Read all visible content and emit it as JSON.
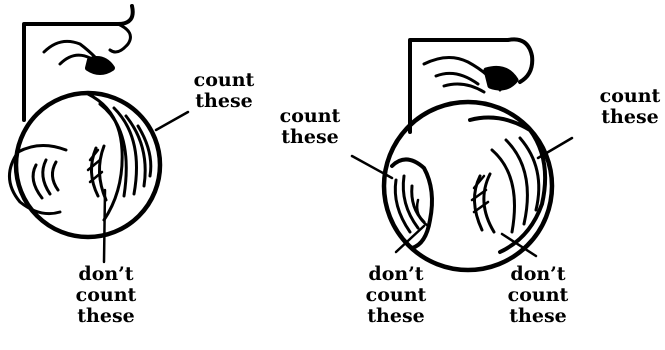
{
  "left_figure": {
    "count_label": [
      "count",
      "these"
    ],
    "dont_count_label": [
      "don’t",
      "count",
      "these"
    ]
  },
  "right_figure": {
    "count_label_left": [
      "count",
      "these"
    ],
    "count_label_right": [
      "count",
      "these"
    ],
    "dont_count_label_left": [
      "don’t",
      "count",
      "these"
    ],
    "dont_count_label_right": [
      "don’t",
      "count",
      "these"
    ]
  },
  "colors": {
    "ink": "#000000",
    "paper": "#ffffff"
  }
}
